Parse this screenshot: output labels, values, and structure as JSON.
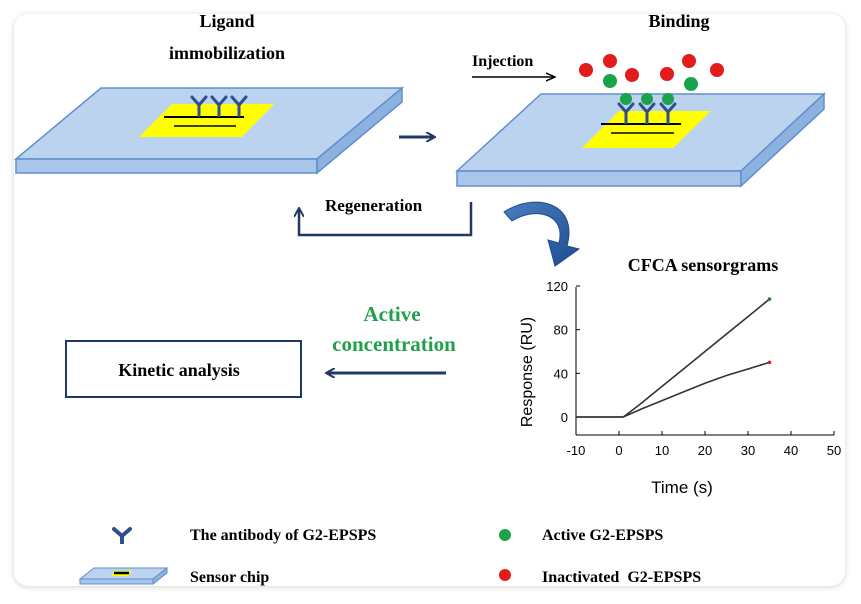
{
  "steps": {
    "ligand": [
      "Ligand",
      "immobilization"
    ],
    "binding": "Binding",
    "injection": "Injection",
    "regeneration": "Regeneration",
    "active_concentration": [
      "Active",
      "concentration"
    ],
    "kinetic_analysis": "Kinetic analysis"
  },
  "chart_data": {
    "type": "line",
    "title": "CFCA sensorgrams",
    "xlabel": "Time (s)",
    "ylabel": "Response (RU)",
    "xlim": [
      -10,
      50
    ],
    "ylim": [
      -10,
      120
    ],
    "xticks": [
      -10,
      0,
      10,
      20,
      30,
      40,
      50
    ],
    "yticks": [
      0,
      40,
      80,
      120
    ],
    "series": [
      {
        "color": "#2e7d32",
        "x": [
          -10,
          0,
          1,
          5,
          10,
          15,
          20,
          25,
          30,
          35
        ],
        "y": [
          0,
          0,
          0,
          12,
          28,
          44,
          60,
          76,
          92,
          108
        ]
      },
      {
        "color": "#c62828",
        "x": [
          -10,
          0,
          1,
          5,
          10,
          15,
          20,
          25,
          30,
          35
        ],
        "y": [
          0,
          0,
          0,
          7,
          15,
          23,
          31,
          38,
          44,
          50
        ]
      }
    ]
  },
  "legend": {
    "antibody": "The antibody of G2-EPSPS",
    "sensor_chip": "Sensor chip",
    "active": "Active G2-EPSPS",
    "inactivated": "Inactivated  G2-EPSPS"
  },
  "colors": {
    "chip_face": "#bcd3ef",
    "chip_edge": "#8eb2df",
    "chip_outline": "#5f8fcc",
    "ligand_area": "#ffff00",
    "antibody": "#2f4f8f",
    "active_dot": "#1aa34a",
    "inactive_dot": "#e31b1b",
    "arrow": "#1f3864",
    "curved_arrow": "#2e5fa0",
    "green_text": "#22a04b"
  }
}
